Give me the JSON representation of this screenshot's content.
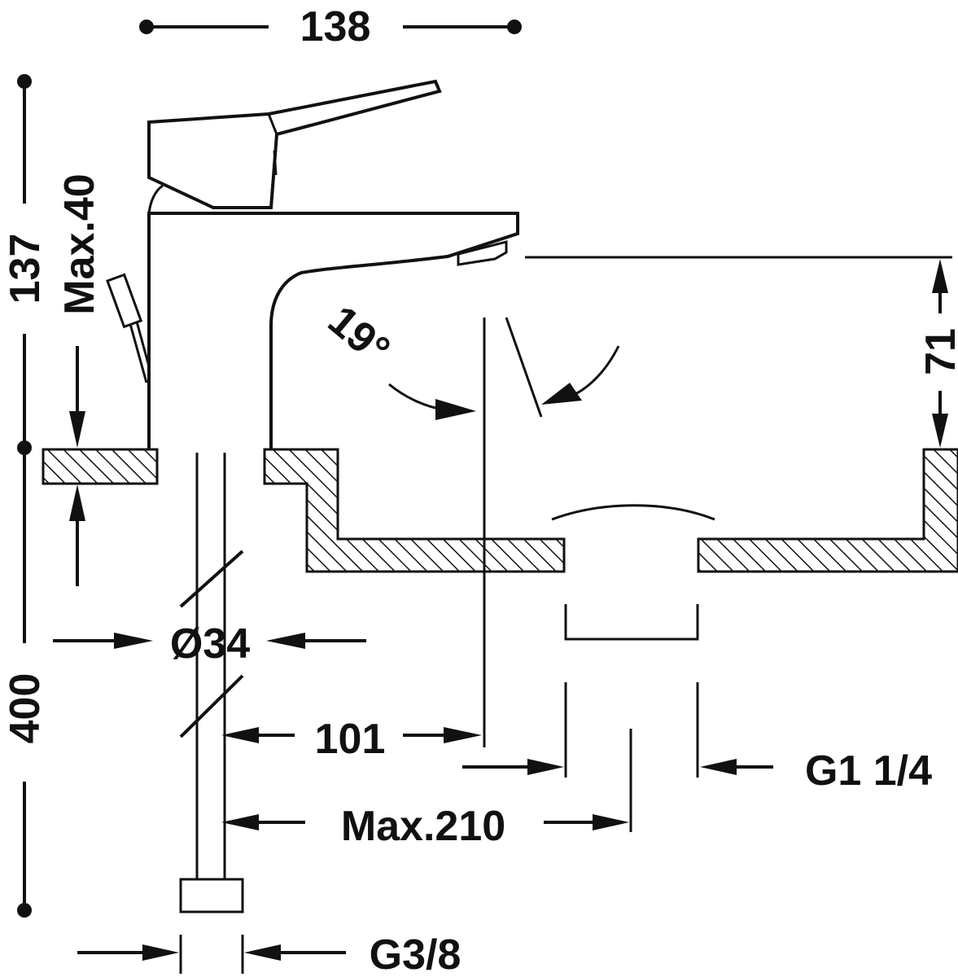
{
  "drawing": {
    "dimensions": {
      "overall_width": "138",
      "total_height": "137",
      "deck_thickness": "Max.40",
      "flow_height": "71",
      "spout_angle": "19°",
      "pipe_diameter": "Ø34",
      "spout_reach": "101",
      "max_reach": "Max.210",
      "supply_length": "400",
      "waste_thread": "G1 1/4",
      "supply_thread": "G3/8"
    }
  }
}
